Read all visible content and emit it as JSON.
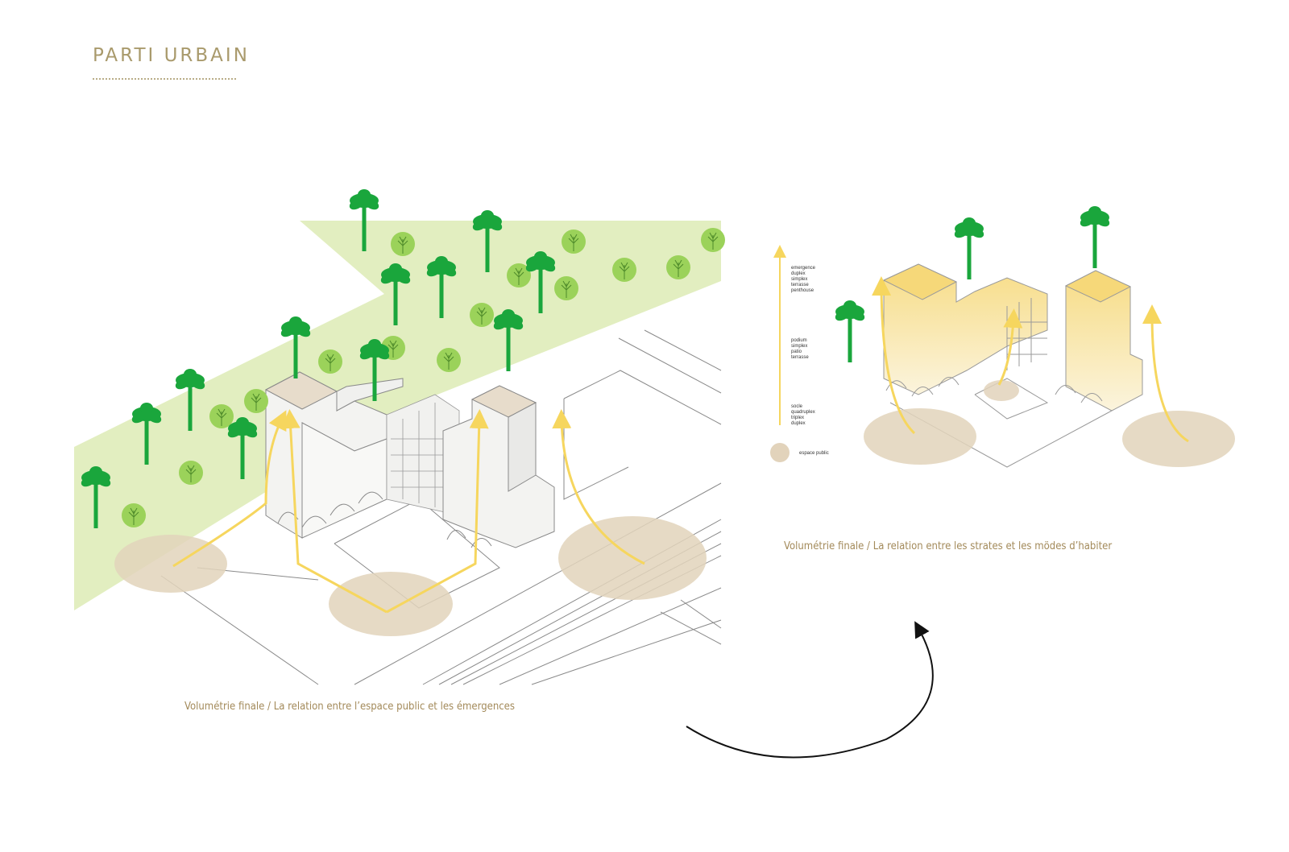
{
  "title": "PARTI URBAIN",
  "captions": {
    "left": "Volumétrie finale / La relation entre l’espace public et les émergences",
    "right": "Volumétrie finale / La relation entre les strates et les mödes d’habiter"
  },
  "legend": {
    "top_group": [
      "emergence",
      "duplex",
      "simplex",
      "terrasse",
      "penthouse"
    ],
    "middle_group": [
      "podium",
      "simplex",
      "patio",
      "terrasse"
    ],
    "bottom_group": [
      "socle",
      "quadruplex",
      "triplex",
      "duplex"
    ],
    "public_space": "espace public"
  },
  "colors": {
    "title": "#a99a6c",
    "caption": "#a38a5a",
    "park_green": "#e2eec0",
    "palm_green": "#1aa63c",
    "tree_green": "#9bd25a",
    "public_space": "#e2d3bb",
    "arrow_yellow": "#f6d65e",
    "building_yellow": "#f8e3a0"
  }
}
